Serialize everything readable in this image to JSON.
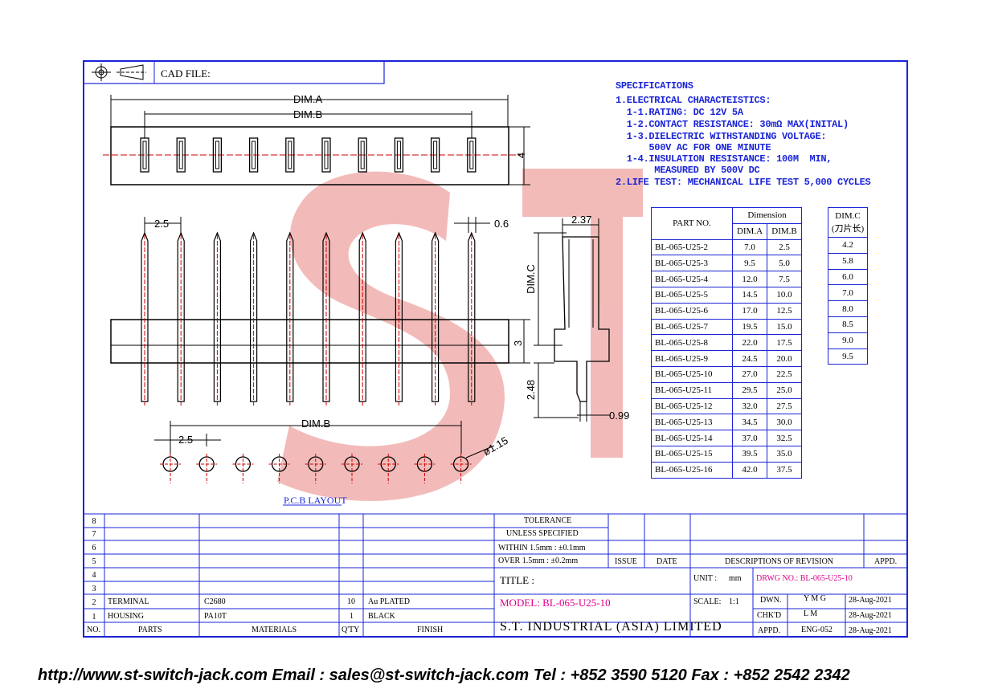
{
  "header": {
    "cad_label": "CAD FILE:"
  },
  "top_view": {
    "dim_a": "DIM.A",
    "dim_b": "DIM.B",
    "height": "4"
  },
  "front_view": {
    "pitch": "2.5",
    "pin_width": "0.6",
    "body_height": "3"
  },
  "side_view": {
    "width": "2.37",
    "dim_c": "DIM.C",
    "bottom": "2.48",
    "tail": "0.99"
  },
  "pcb": {
    "dim_b": "DIM.B",
    "pitch": "2.5",
    "hole": "ø1.15",
    "caption": "P.C.B LAYOUT"
  },
  "specifications": [
    "SPECIFICATIONS",
    "1.ELECTRICAL CHARACTEISTICS:",
    "  1-1.RATING: DC 12V 5A",
    "  1-2.CONTACT RESISTANCE: 30mΩ MAX(INITAL)",
    "  1-3.DIELECTRIC WITHSTANDING VOLTAGE:",
    "      500V AC FOR ONE MINUTE",
    "  1-4.INSULATION RESISTANCE: 100M  MIN,",
    "       MEASURED BY 500V DC",
    "2.LIFE TEST: MECHANICAL LIFE TEST 5,000 CYCLES"
  ],
  "parts_table": {
    "header_part": "PART NO.",
    "header_dimension": "Dimension",
    "header_a": "DIM.A",
    "header_b": "DIM.B",
    "rows": [
      [
        "BL-065-U25-2",
        "7.0",
        "2.5"
      ],
      [
        "BL-065-U25-3",
        "9.5",
        "5.0"
      ],
      [
        "BL-065-U25-4",
        "12.0",
        "7.5"
      ],
      [
        "BL-065-U25-5",
        "14.5",
        "10.0"
      ],
      [
        "BL-065-U25-6",
        "17.0",
        "12.5"
      ],
      [
        "BL-065-U25-7",
        "19.5",
        "15.0"
      ],
      [
        "BL-065-U25-8",
        "22.0",
        "17.5"
      ],
      [
        "BL-065-U25-9",
        "24.5",
        "20.0"
      ],
      [
        "BL-065-U25-10",
        "27.0",
        "22.5"
      ],
      [
        "BL-065-U25-11",
        "29.5",
        "25.0"
      ],
      [
        "BL-065-U25-12",
        "32.0",
        "27.5"
      ],
      [
        "BL-065-U25-13",
        "34.5",
        "30.0"
      ],
      [
        "BL-065-U25-14",
        "37.0",
        "32.5"
      ],
      [
        "BL-065-U25-15",
        "39.5",
        "35.0"
      ],
      [
        "BL-065-U25-16",
        "42.0",
        "37.5"
      ]
    ]
  },
  "dimc_table": {
    "header_1": "DIM.C",
    "header_2": "(刀片长)",
    "values": [
      "4.2",
      "5.8",
      "6.0",
      "7.0",
      "8.0",
      "8.5",
      "9.0",
      "9.5"
    ]
  },
  "bom": {
    "row_numbers": [
      "8",
      "7",
      "6",
      "5",
      "4",
      "3",
      "2",
      "1"
    ],
    "rows": [
      {
        "no": "2",
        "part": "TERMINAL",
        "material": "C2680",
        "qty": "10",
        "finish": "Au PLATED"
      },
      {
        "no": "1",
        "part": "HOUSING",
        "material": "PA10T",
        "qty": "1",
        "finish": "BLACK"
      }
    ],
    "headers": {
      "no": "NO.",
      "parts": "PARTS",
      "materials": "MATERIALS",
      "qty": "Q'TY",
      "finish": "FINISH"
    }
  },
  "tolerance": {
    "title_1": "TOLERANCE",
    "title_2": "UNLESS  SPECIFIED",
    "line_1": "WITHIN  1.5mm : ±0.1mm",
    "line_2": "OVER   1.5mm : ±0.2mm"
  },
  "revision": {
    "issue": "ISSUE",
    "date": "DATE",
    "desc": "DESCRIPTIONS OF REVISION",
    "appd": "APPD."
  },
  "title_block": {
    "title_label": "TITLE :",
    "unit_label": "UNIT :",
    "unit_value": "mm",
    "drwg": "DRWG NO.: BL-065-U25-10",
    "model": "MODEL: BL-065-U25-10",
    "scale_label": "SCALE:",
    "scale_value": "1:1",
    "company": "S.T. INDUSTRIAL (ASIA) LIMITED",
    "dwn_label": "DWN.",
    "dwn_name": "Y M G",
    "dwn_date": "28-Aug-2021",
    "chkd_label": "CHK'D",
    "chkd_name": "L M",
    "chkd_date": "28-Aug-2021",
    "appd_label": "APPD.",
    "appd_name": "ENG-052",
    "appd_date": "28-Aug-2021"
  },
  "footer": "http://www.st-switch-jack.com  Email : sales@st-switch-jack.com  Tel : +852 3590 5120  Fax : +852 2542 2342",
  "colors": {
    "frame": "#1a24d8",
    "watermark": "#e8847f",
    "accent": "#e0008a"
  }
}
